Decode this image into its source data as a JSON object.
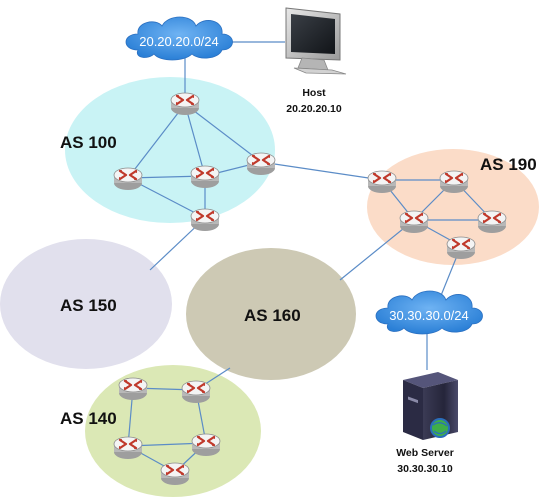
{
  "diagram": {
    "autonomous_systems": [
      {
        "id": "as100",
        "label": "AS 100",
        "color": "#c9f3f5"
      },
      {
        "id": "as190",
        "label": "AS 190",
        "color": "#fbdcc8"
      },
      {
        "id": "as150",
        "label": "AS 150",
        "color": "#e1e0ed"
      },
      {
        "id": "as160",
        "label": "AS 160",
        "color": "#cdc9b4"
      },
      {
        "id": "as140",
        "label": "AS 140",
        "color": "#dbe8b5"
      }
    ],
    "clouds": [
      {
        "id": "cloud-host-net",
        "label": "20.20.20.0/24",
        "color": "#3d8fe0"
      },
      {
        "id": "cloud-server-net",
        "label": "30.30.30.0/24",
        "color": "#3d8fe0"
      }
    ],
    "host": {
      "name": "Host",
      "ip": "20.20.20.10"
    },
    "web_server": {
      "name": "Web Server",
      "ip": "30.30.30.10"
    },
    "colors": {
      "link": "#5b8cc7",
      "router_top": "#f2f2f2",
      "router_side": "#b8b8b8",
      "router_arrow": "#c0392b"
    }
  }
}
